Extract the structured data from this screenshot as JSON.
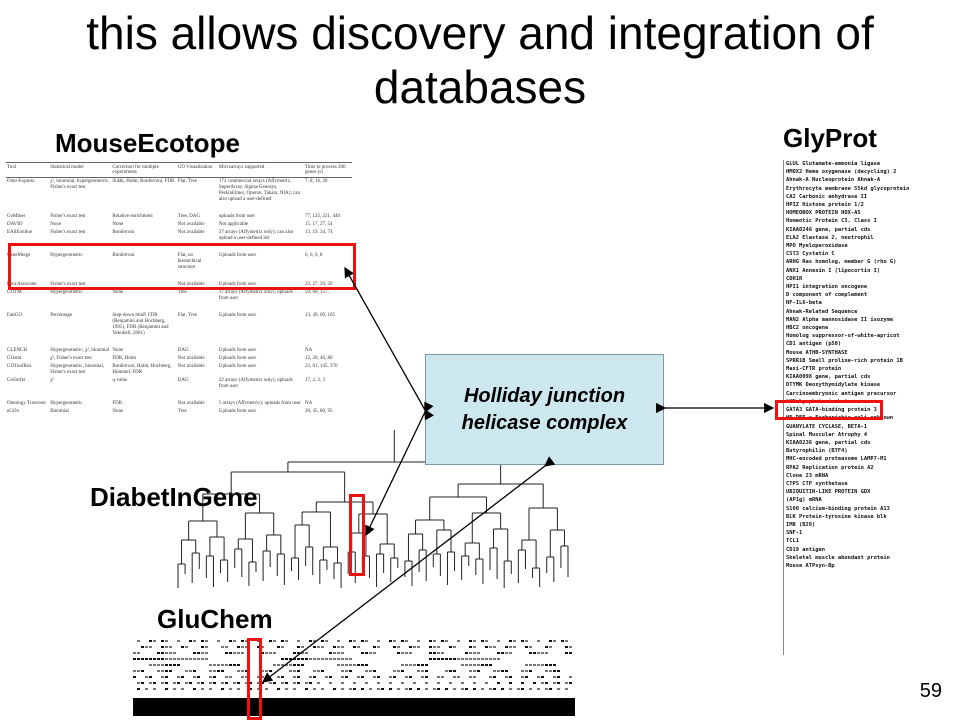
{
  "slide": {
    "title": "this allows discovery and integration of\ndatabases",
    "page_number": "59"
  },
  "labels": {
    "mouse_ecotope": "MouseEcotope",
    "glyprot": "GlyProt",
    "diabetingene": "DiabetInGene",
    "gluchem": "GluChem"
  },
  "center_box": {
    "text": "Holliday junction\nhelicase complex",
    "fill": "#cde7ee"
  },
  "highlight_color": "#ee1111",
  "table": {
    "headers": [
      "Tool",
      "Statistical model",
      "Correction for multiple experiments",
      "GO Visualization",
      "Microarrays supported",
      "Time to process 200 genes (s)"
    ],
    "groups": [
      [
        [
          "Onto-Express",
          "χ², binomial, hypergeometric, Fisher's exact test",
          "Sidák, Holm, Bonferroni, FDR",
          "Flat, Tree",
          "172 commercial arrays (Affymetrix, SuperArray, Sigma-Genosys, PerkinElmer, Operon, Takara, NIA); can also upload a user-defined",
          "7, 8, 16, 28"
        ]
      ],
      [
        [
          "GoMiner",
          "Fisher's exact test",
          "Relative enrichment",
          "Tree, DAG",
          "uploads from user",
          "77, 125, 221, 440"
        ],
        [
          "DAVID",
          "None",
          "None",
          "Not available",
          "Not applicable",
          "15, 17, 27, 54"
        ],
        [
          "EASEonline",
          "Fisher's exact test",
          "Bonferroni",
          "Not available",
          "27 arrays (Affymetrix only); can also upload a user-defined list",
          "13, 19, 34, 74"
        ]
      ],
      [
        [
          "GeneMerge",
          "Hypergeometric",
          "Bonferroni",
          "Flat, no hierarchical structure",
          "Uploads from user",
          "6, 6, 6, 8"
        ]
      ],
      [
        [
          "FuncAssociate",
          "Fisher's exact test",
          "",
          "Not available",
          "Uploads from user",
          "22, 27, 29, 50"
        ],
        [
          "GOTM",
          "Hypergeometric",
          "None",
          "Tree",
          "37 arrays (Affymetrix only); uploads from user",
          "59, 60, 157,"
        ]
      ],
      [
        [
          "FatiGO",
          "Percentage",
          "Step-down minP, FDR (Benjamini and Hochberg, 1995), FDR (Benjamini and Yekutieli, 2001)",
          "Flat, Tree",
          "Uploads from user",
          "13, 49, 69, 105"
        ]
      ],
      [
        [
          "CLENCH",
          "Hypergeometric, χ², binomial",
          "None",
          "DAG",
          "Uploads from user",
          "NA"
        ],
        [
          "GOstat",
          "χ², Fisher's exact test",
          "FDR, Holm",
          "Not available",
          "Uploads from user",
          "12, 20, 46, 80"
        ],
        [
          "GOToolBox",
          "Hypergeometric, binomial, Fisher's exact test",
          "Bonferroni, Holm, Hochberg, Hommel, FDR",
          "Not available",
          "Uploads from user",
          "22, 61, 145, 276"
        ],
        [
          "GoSurfer",
          "χ²",
          "q-value",
          "DAG",
          "22 arrays (Affymetrix only); uploads from user",
          "17, 2, 2, 3"
        ]
      ],
      [
        [
          "Ontology Traverser",
          "Hypergeometric",
          "FDR",
          "Not available",
          "5 arrays (Affymetrix); uploads from user",
          "NA"
        ],
        [
          "eGOn",
          "Binomial",
          "None",
          "Tree",
          "Uploads from user",
          "20, 45, 80, 95"
        ]
      ]
    ]
  },
  "glyprot_items": [
    "GLUL Glutamate-ammonia ligase",
    "HMOX2 Heme oxygenase (decycling) 2",
    "Ahnak-A Nucleoprotein Ahnak-A",
    "Erythrocyte membrane 55kd glycoprotein",
    "CA2 Carbonic anhydrase II",
    "HPIZ Histone protein 1/2",
    "HOMEOBOX PROTEIN HOX-A5",
    "Homeotic Protein C5, Class I",
    "KIAA0246 gene, partial cds",
    "ELA2 Elastase 2, neutrophil",
    "MPO Myeloperoxidase",
    "CST3 Cystatin C",
    "ARHG Ras homolog, member G (rho G)",
    "ANX1 Annexin I (lipocortin I)",
    "CDH1R",
    "HPI1 integration oncogene",
    "D component of complement",
    "NF-IL6-beta",
    "Ahnak-Related Sequence",
    "MAN2 Alpha mannosidase II isozyme",
    "HBC2 oncogene",
    "Homolog suppressor-of-white-apricot",
    "CD1 antigen (p50)",
    "Mouse ATHB-SYNTHASE",
    "SPRR1B Small proline-rich protein 1B",
    "Maxi-CFTR protein",
    "KIAA0098 gene, partial cds",
    "DTYMK Deoxythymidylate kinase",
    "Carcinoembryonic antigen precursor",
    "LYN Lymphotoxin-beta",
    "GATA3 GATA-binding protein 3",
    "HE-DEF = Escherichia coli unknown",
    "GUANYLATE CYCLASE, BETA-1",
    "Spinal Muscular Atrophy 4",
    "KIAA0236 gene, partial cds",
    "Butyrophilin (BTF4)",
    "MHC-encoded proteasome LAMP7-M1",
    "RPA2 Replication protein A2",
    "Clone 23 mRNA",
    "CTPS CTP synthetase",
    "UBIQUITIN-LIKE PROTEIN GDX",
    "(AP1g) mRNA",
    "S100 calcium-binding protein A13",
    "BLK Protein-tyrosine kinase blk",
    "IMR (B29)",
    "SNF-1",
    "TCL1",
    "CD19 antigen",
    "Skeletal muscle abundant protein",
    "Mouse ATPsyn-Bp"
  ]
}
